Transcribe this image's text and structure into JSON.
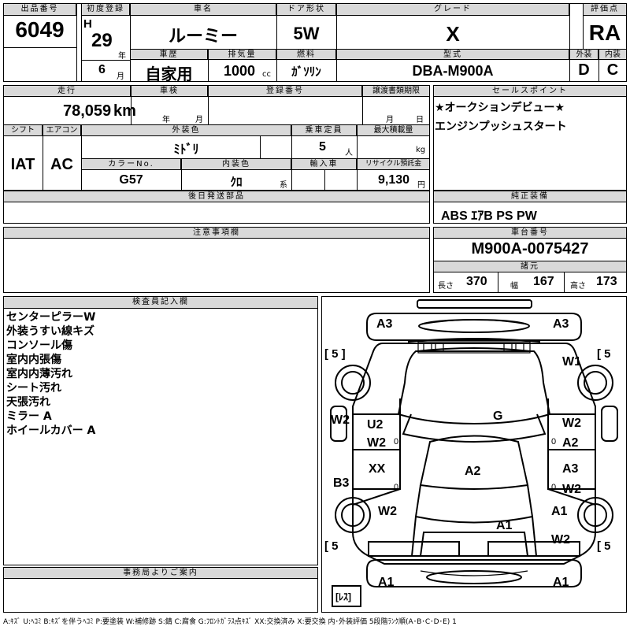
{
  "header": {
    "lot_label": "出品番号",
    "lot_no": "6049",
    "first_reg_label": "初度登録",
    "era": "H",
    "year": "29",
    "year_unit": "年",
    "month": "6",
    "month_unit": "月",
    "car_name_label": "車名",
    "car_name": "ルーミー",
    "door_label": "ドア形状",
    "door": "5W",
    "grade_label": "グレード",
    "grade": "X",
    "score_label": "評価点",
    "score": "RA",
    "history_label": "車歴",
    "history": "自家用",
    "displacement_label": "排気量",
    "displacement": "1000",
    "displacement_unit": "cc",
    "fuel_label": "燃料",
    "fuel": "ｶﾞｿﾘﾝ",
    "model_label": "型式",
    "model": "DBA-M900A",
    "exterior_label": "外装",
    "exterior": "D",
    "interior_label": "内装",
    "interior": "C"
  },
  "row2": {
    "mileage_label": "走行",
    "mileage": "78,059",
    "mileage_unit": "km",
    "inspection_label": "車検",
    "insp_year_unit": "年",
    "insp_month_unit": "月",
    "reg_no_label": "登録番号",
    "docs_label": "譲渡書類期限",
    "docs_month_unit": "月",
    "docs_day_unit": "日",
    "shift_label": "シフト",
    "shift": "IAT",
    "ac_label": "エアコン",
    "ac": "AC",
    "color_label": "外装色",
    "color": "ﾐﾄﾞﾘ",
    "capacity_label": "乗車定員",
    "capacity": "5",
    "capacity_unit": "人",
    "max_load_label": "最大積載量",
    "max_load_unit": "kg",
    "color_no_label": "カラーNo.",
    "color_no": "G57",
    "int_color_label": "内装色",
    "int_color": "ｸﾛ",
    "int_color_unit": "系",
    "import_label": "輸入車",
    "recycle_label": "リサイクル預託金",
    "recycle": "9,130",
    "recycle_unit": "円",
    "later_parts_label": "後日発送部品",
    "notes_label": "注意事項欄"
  },
  "sales": {
    "label": "セールスポイント",
    "lines": [
      "★オークションデビュー★",
      "エンジンプッシュスタート"
    ]
  },
  "equipment": {
    "label": "純正装備",
    "value": "ABS ｴｱB PS PW"
  },
  "chassis": {
    "label": "車台番号",
    "value": "M900A-0075427",
    "specs_label": "諸元",
    "length_label": "長さ",
    "length": "370",
    "width_label": "幅",
    "width": "167",
    "height_label": "高さ",
    "height": "173"
  },
  "inspector": {
    "label": "検査員記入欄",
    "lines": [
      "センターピラーW",
      "外装うすい線キズ",
      "コンソール傷",
      "室内内張傷",
      "室内内薄汚れ",
      "シート汚れ",
      "天張汚れ",
      "ミラー A",
      "ホイールカバー A"
    ]
  },
  "office": {
    "label": "事務局よりご案内"
  },
  "diagram": {
    "marks": [
      "A3",
      "A3",
      "W1",
      "W2",
      "U2",
      "W2",
      "G",
      "W2",
      "A2",
      "XX",
      "A2",
      "A3",
      "W2",
      "B3",
      "W2",
      "A1",
      "A1",
      "W2",
      "A1",
      "A1"
    ],
    "tire_left_top": "[ 5 ]",
    "tire_right_top": "[ 5",
    "tire_left_bottom": "[ 5",
    "tire_right_bottom": "[ 5",
    "zero": "0",
    "spare": "[ﾚｽ]"
  },
  "legend": "A:ｷｽﾞ U:ﾍｺﾐ B:ｷｽﾞを伴うﾍｺﾐ P:要塗装 W:補修跡 S:錆 C:腐食 G:ﾌﾛﾝﾄｶﾞﾗｽ点ｷｽﾞ XX:交換済み X:要交換 内･外装評価 5段階ﾗﾝｸ順(A･B･C･D･E) 1"
}
